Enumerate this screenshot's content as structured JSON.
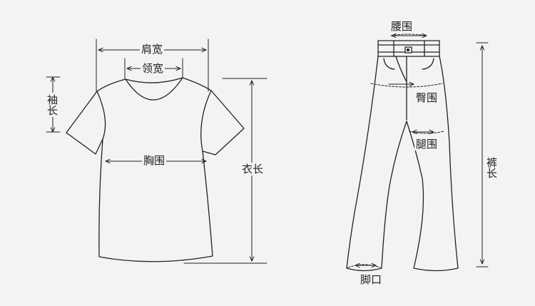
{
  "shirt": {
    "shoulder_width": "肩宽",
    "collar_width": "领宽",
    "sleeve_length": "袖长",
    "chest": "胸围",
    "length": "衣长"
  },
  "pants": {
    "waist": "腰围",
    "hip": "臀围",
    "thigh": "腿围",
    "length": "裤长",
    "hem": "脚口"
  },
  "colors": {
    "background": "#f3f3f3",
    "line": "#222222"
  }
}
